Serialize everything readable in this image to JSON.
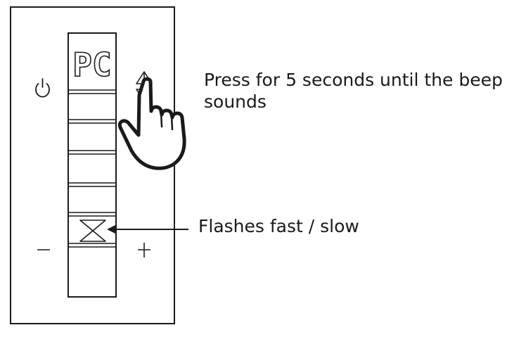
{
  "panel": {
    "display_label": "PC",
    "power_icon": "power-icon",
    "mode_icon": "double-arrow-icon",
    "timer_icon": "hourglass-icon",
    "minus_icon": "minus-icon",
    "plus_icon": "plus-icon",
    "hand_icon": "pointing-hand-icon"
  },
  "callouts": {
    "press_instruction": "Press for 5 seconds until the beep sounds",
    "flash_note": "Flashes fast / slow"
  },
  "colors": {
    "line": "#1a1a1a",
    "background": "#ffffff"
  }
}
